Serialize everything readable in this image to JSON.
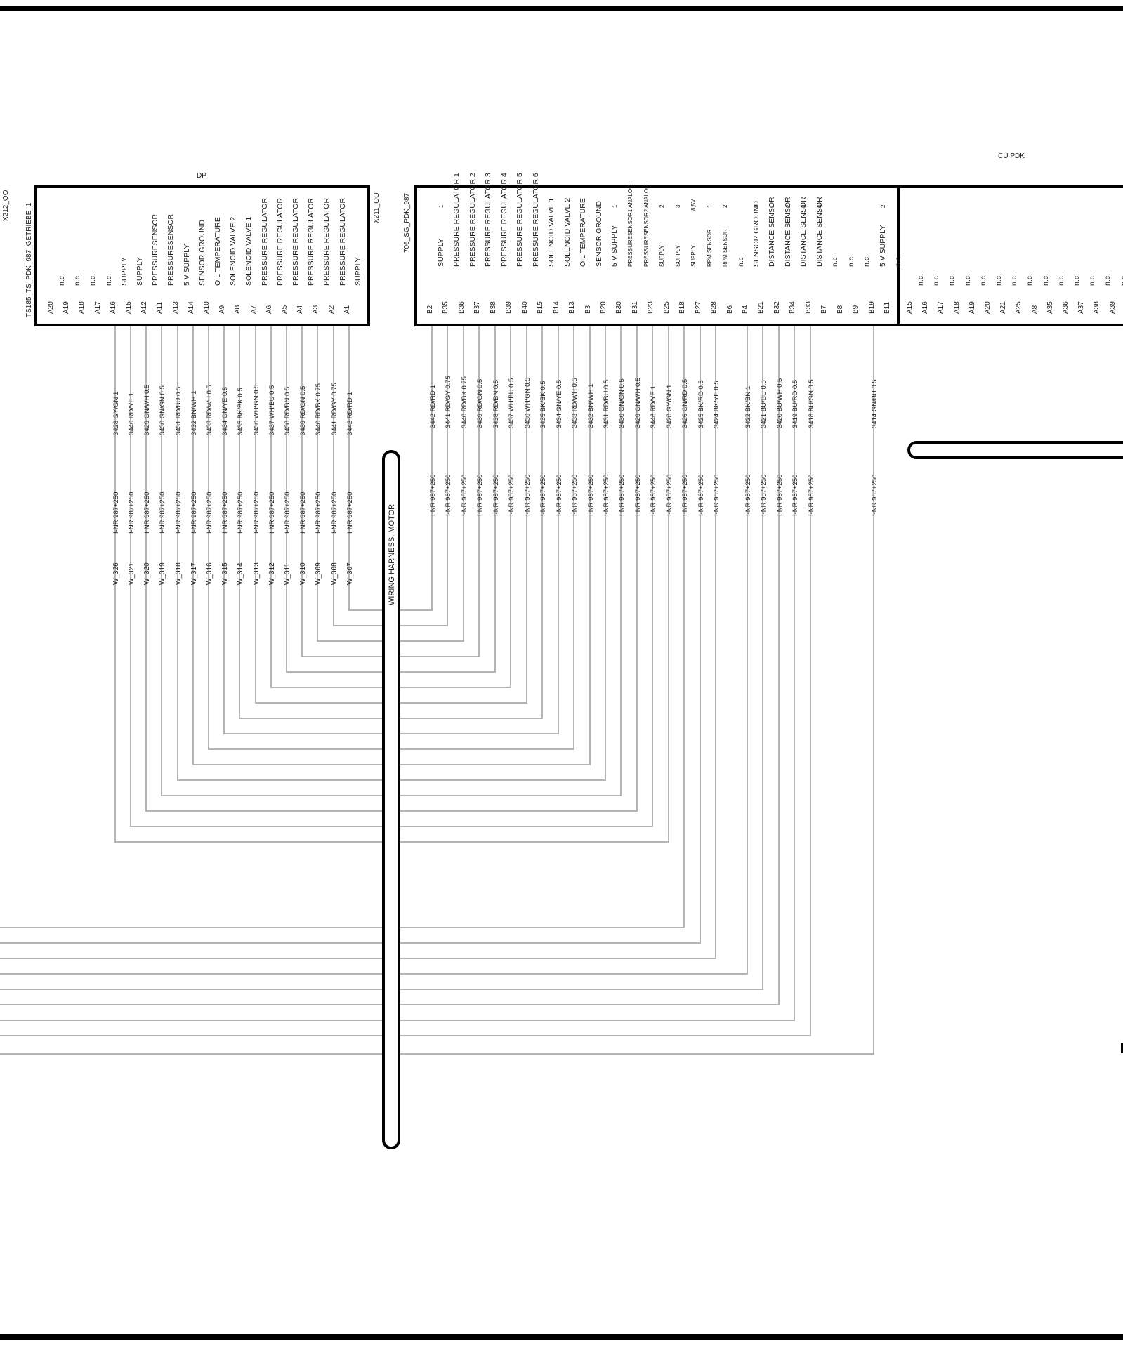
{
  "left_connector": {
    "header": "DP",
    "component_label": "TS185_TS_PDK_987_GETRIEBE_1",
    "connector_label": "X212_OO",
    "pins": [
      {
        "pin": "A20",
        "function": "n.c."
      },
      {
        "pin": "A19",
        "function": "n.c."
      },
      {
        "pin": "A18",
        "function": "n.c."
      },
      {
        "pin": "A17",
        "function": "n.c."
      },
      {
        "pin": "A16",
        "function": "SUPPLY",
        "wire": "3428 GY/GN 1",
        "bus": "I-NR 987+250",
        "w": "W_326"
      },
      {
        "pin": "A15",
        "function": "SUPPLY",
        "wire": "3446 RD/YE 1",
        "bus": "I-NR 987+250",
        "w": "W_321"
      },
      {
        "pin": "A12",
        "function": "PRESSURESENSOR",
        "wire": "3429 GN/WH 0.5",
        "bus": "I-NR 987+250",
        "w": "W_320"
      },
      {
        "pin": "A11",
        "function": "PRESSURESENSOR",
        "wire": "3430 GN/GN 0.5",
        "bus": "I-NR 987+250",
        "w": "W_319"
      },
      {
        "pin": "A13",
        "function": "5 V SUPPLY",
        "wire": "3431 RD/BU 0.5",
        "bus": "I-NR 987+250",
        "w": "W_318"
      },
      {
        "pin": "A14",
        "function": "SENSOR GROUND",
        "wire": "3432 BN/WH 1",
        "bus": "I-NR 987+250",
        "w": "W_317"
      },
      {
        "pin": "A10",
        "function": "OIL TEMPERATURE",
        "wire": "3433 RD/WH 0.5",
        "bus": "I-NR 987+250",
        "w": "W_316"
      },
      {
        "pin": "A9",
        "function": "SOLENOID VALVE 2",
        "wire": "3434 GN/YE 0.5",
        "bus": "I-NR 987+250",
        "w": "W_315"
      },
      {
        "pin": "A8",
        "function": "SOLENOID VALVE 1",
        "wire": "3435 BK/BK 0.5",
        "bus": "I-NR 987+250",
        "w": "W_314"
      },
      {
        "pin": "A7",
        "function": "PRESSURE REGULATOR",
        "wire": "3436 WH/GN 0.5",
        "bus": "I-NR 987+250",
        "w": "W_313"
      },
      {
        "pin": "A6",
        "function": "PRESSURE REGULATOR",
        "wire": "3437 WH/BU 0.5",
        "bus": "I-NR 987+250",
        "w": "W_312"
      },
      {
        "pin": "A5",
        "function": "PRESSURE REGULATOR",
        "wire": "3438 RD/BN 0.5",
        "bus": "I-NR 987+250",
        "w": "W_311"
      },
      {
        "pin": "A4",
        "function": "PRESSURE REGULATOR",
        "wire": "3439 RD/GN 0.5",
        "bus": "I-NR 987+250",
        "w": "W_310"
      },
      {
        "pin": "A3",
        "function": "PRESSURE REGULATOR",
        "wire": "3440 RD/BK 0.75",
        "bus": "I-NR 987+250",
        "w": "W_309"
      },
      {
        "pin": "A2",
        "function": "PRESSURE REGULATOR",
        "wire": "3441 RD/GY 0.75",
        "bus": "I-NR 987+250",
        "w": "W_308"
      },
      {
        "pin": "A1",
        "function": "SUPPLY",
        "wire": "3442 RD/RD 1",
        "bus": "I-NR 987+250",
        "w": "W_307"
      }
    ]
  },
  "middle_connector": {
    "component_label": "706_SG_PDK_987",
    "connector_label": "X211_OO",
    "pins": [
      {
        "pin": "B2",
        "function": "SUPPLY",
        "suffix": "1",
        "wire": "3442 RD/RD 1",
        "bus": "I-NR 987+250"
      },
      {
        "pin": "B35",
        "function": "PRESSURE REGULATOR 1",
        "wire": "3441 RD/GY 0.75",
        "bus": "I-NR 987+250"
      },
      {
        "pin": "B36",
        "function": "PRESSURE REGULATOR 2",
        "wire": "3440 RD/BK 0.75",
        "bus": "I-NR 987+250"
      },
      {
        "pin": "B37",
        "function": "PRESSURE REGULATOR 3",
        "wire": "3439 RD/GN 0.5",
        "bus": "I-NR 987+250"
      },
      {
        "pin": "B38",
        "function": "PRESSURE REGULATOR 4",
        "wire": "3438 RD/BN 0.5",
        "bus": "I-NR 987+250"
      },
      {
        "pin": "B39",
        "function": "PRESSURE REGULATOR 5",
        "wire": "3437 WH/BU 0.5",
        "bus": "I-NR 987+250"
      },
      {
        "pin": "B40",
        "function": "PRESSURE REGULATOR 6",
        "wire": "3436 WH/GN 0.5",
        "bus": "I-NR 987+250"
      },
      {
        "pin": "B15",
        "function": "SOLENOID VALVE 1",
        "wire": "3435 BK/BK 0.5",
        "bus": "I-NR 987+250"
      },
      {
        "pin": "B14",
        "function": "SOLENOID VALVE 2",
        "wire": "3434 GN/YE 0.5",
        "bus": "I-NR 987+250"
      },
      {
        "pin": "B13",
        "function": "OIL TEMPERATURE",
        "wire": "3433 RD/WH 0.5",
        "bus": "I-NR 987+250"
      },
      {
        "pin": "B3",
        "function": "SENSOR GROUND",
        "wire": "3432 BN/WH 1",
        "bus": "I-NR 987+250"
      },
      {
        "pin": "B20",
        "function": "5 V SUPPLY",
        "suffix": "1",
        "wire": "3431 RD/BU 0.5",
        "bus": "I-NR 987+250"
      },
      {
        "pin": "B30",
        "function": "PRESSURESENSOR1 ANALOG",
        "small": true,
        "wire": "3430 GN/GN 0.5",
        "bus": "I-NR 987+250"
      },
      {
        "pin": "B31",
        "function": "PRESSURESENSOR2 ANALOG",
        "small": true,
        "wire": "3429 GN/WH 0.5",
        "bus": "I-NR 987+250"
      },
      {
        "pin": "B23",
        "function": "SUPPLY",
        "suffix": "2",
        "small": true,
        "wire": "3446 RD/YE 1",
        "bus": "I-NR 987+250"
      },
      {
        "pin": "B25",
        "function": "SUPPLY",
        "suffix": "3",
        "small": true,
        "wire": "3428 GY/GN 1",
        "bus": "I-NR 987+250"
      },
      {
        "pin": "B18",
        "function": "SUPPLY",
        "suffix": "8,5V",
        "small": true,
        "wire": "3426 GN/RD 0.5",
        "bus": "I-NR 987+250"
      },
      {
        "pin": "B27",
        "function": "RPM SENSOR",
        "suffix": "1",
        "small": true,
        "wire": "3425 BK/RD 0.5",
        "bus": "I-NR 987+250"
      },
      {
        "pin": "B28",
        "function": "RPM SENSOR",
        "suffix": "2",
        "small": true,
        "wire": "3424 BK/YE 0.5",
        "bus": "I-NR 987+250"
      },
      {
        "pin": "B6",
        "function": "n.c."
      },
      {
        "pin": "B4",
        "function": "SENSOR GROUND",
        "suffix": "2",
        "wire": "3422 BK/BN 1",
        "bus": "I-NR 987+250"
      },
      {
        "pin": "B21",
        "function": "DISTANCE SENSOR",
        "suffix": "1",
        "wire": "3421 BU/BU 0.5",
        "bus": "I-NR 987+250"
      },
      {
        "pin": "B32",
        "function": "DISTANCE SENSOR",
        "suffix": "2",
        "wire": "3420 BU/WH 0.5",
        "bus": "I-NR 987+250"
      },
      {
        "pin": "B34",
        "function": "DISTANCE SENSOR",
        "suffix": "3",
        "wire": "3419 BU/RD 0.5",
        "bus": "I-NR 987+250"
      },
      {
        "pin": "B33",
        "function": "DISTANCE SENSOR",
        "suffix": "4",
        "wire": "3418 BU/GN 0.5",
        "bus": "I-NR 987+250"
      },
      {
        "pin": "B7",
        "function": "n.c."
      },
      {
        "pin": "B8",
        "function": "n.c."
      },
      {
        "pin": "B9",
        "function": "n.c."
      },
      {
        "pin": "B19",
        "function": "5 V SUPPLY",
        "suffix": "2",
        "wire": "3414 GN/BU 0.5",
        "bus": "I-NR 987+250"
      },
      {
        "pin": "B11",
        "function": "n.c."
      }
    ]
  },
  "right_connector": {
    "header": "CU PDK",
    "pins": [
      {
        "pin": "A15",
        "function": "n.c."
      },
      {
        "pin": "A16",
        "function": "n.c."
      },
      {
        "pin": "A17",
        "function": "n.c."
      },
      {
        "pin": "A18",
        "function": "n.c."
      },
      {
        "pin": "A19",
        "function": "n.c."
      },
      {
        "pin": "A20",
        "function": "n.c."
      },
      {
        "pin": "A21",
        "function": "n.c."
      },
      {
        "pin": "A25",
        "function": "n.c."
      },
      {
        "pin": "A8",
        "function": "n.c."
      },
      {
        "pin": "A35",
        "function": "n.c."
      },
      {
        "pin": "A36",
        "function": "n.c."
      },
      {
        "pin": "A37",
        "function": "n.c."
      },
      {
        "pin": "A38",
        "function": "n.c."
      },
      {
        "pin": "A39",
        "function": "n.c."
      }
    ]
  },
  "harness_label": "WIRING HARNESS, MOTOR",
  "colors": {
    "wire": "#b4b4b4",
    "frame": "#000000",
    "text": "#1a1a1a"
  }
}
